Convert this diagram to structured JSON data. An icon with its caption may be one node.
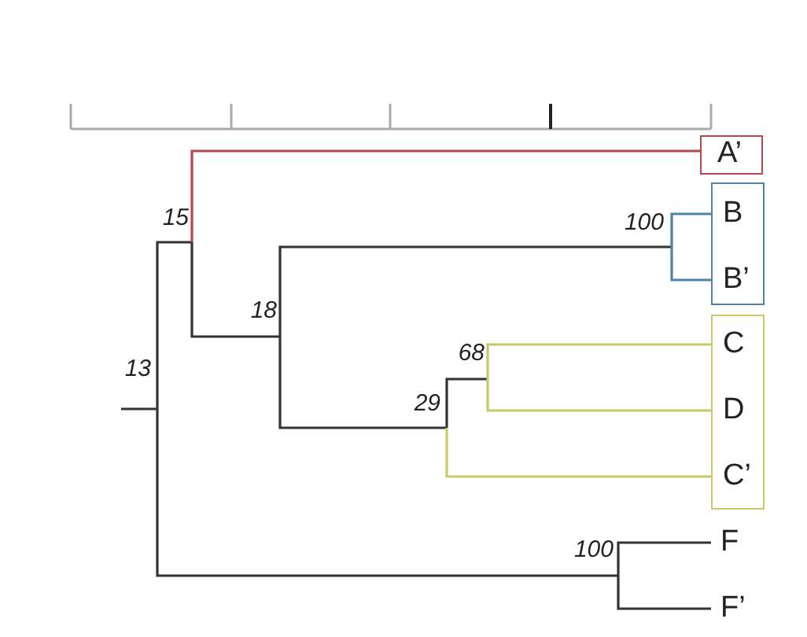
{
  "diagram": {
    "nodes": [
      {
        "text": [
          "13"
        ]
      },
      {
        "text": [
          "15"
        ]
      },
      {
        "text": [
          "A’"
        ]
      },
      {
        "text": [
          "18"
        ]
      },
      {
        "text": [
          "100"
        ]
      },
      {
        "text": [],
        "shape": "box"
      },
      {
        "text": [
          "B"
        ],
        "in": 5
      },
      {
        "text": [
          "B’"
        ],
        "in": 5
      },
      {
        "text": [
          "29"
        ]
      },
      {
        "text": [
          "68"
        ]
      },
      {
        "text": [],
        "shape": "box"
      },
      {
        "text": [
          "C"
        ],
        "in": 10
      },
      {
        "text": [
          "D"
        ],
        "in": 10
      },
      {
        "text": [
          "C’"
        ],
        "in": 10
      },
      {
        "text": [
          "100"
        ]
      },
      {
        "text": [
          "F"
        ]
      },
      {
        "text": [
          "F’"
        ]
      }
    ],
    "edges": [
      {
        "from": null,
        "to": 0,
        "arrow": "none"
      },
      {
        "from": 0,
        "to": 1,
        "arrow": "none"
      },
      {
        "from": 1,
        "to": 2,
        "arrow": "none",
        "color": "#b5474f"
      },
      {
        "from": 1,
        "to": 3,
        "arrow": "none"
      },
      {
        "from": 3,
        "to": 4,
        "arrow": "none"
      },
      {
        "from": 4,
        "to": 6,
        "arrow": "none",
        "color": "#4f83a8"
      },
      {
        "from": 4,
        "to": 7,
        "arrow": "none",
        "color": "#4f83a8"
      },
      {
        "from": 3,
        "to": 8,
        "arrow": "none"
      },
      {
        "from": 8,
        "to": 9,
        "arrow": "none"
      },
      {
        "from": 9,
        "to": 11,
        "arrow": "none",
        "color": "#c9c96a"
      },
      {
        "from": 9,
        "to": 12,
        "arrow": "none",
        "color": "#c9c96a"
      },
      {
        "from": 8,
        "to": 13,
        "arrow": "none",
        "color": "#c9c96a"
      },
      {
        "from": 0,
        "to": 14,
        "arrow": "none"
      },
      {
        "from": 14,
        "to": 15,
        "arrow": "none"
      },
      {
        "from": 14,
        "to": 16,
        "arrow": "none"
      }
    ]
  }
}
